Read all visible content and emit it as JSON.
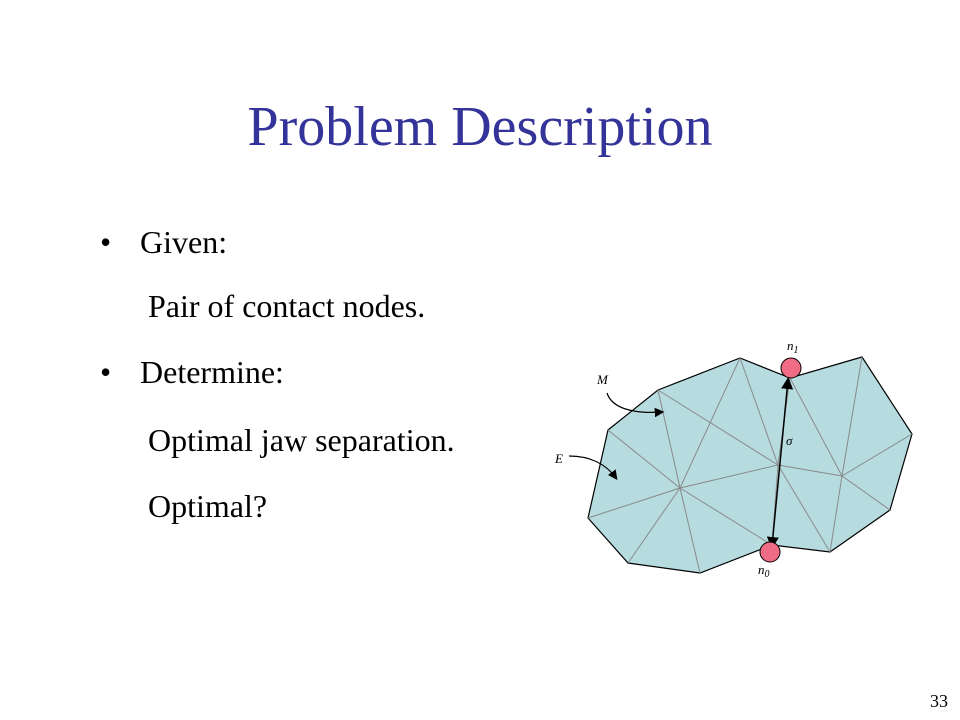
{
  "slide": {
    "title": "Problem Description",
    "page_number": "33"
  },
  "bullets": [
    {
      "text": "Given:",
      "sub": "Pair of contact nodes."
    },
    {
      "text": "Determine:",
      "sub": "Optimal jaw separation."
    }
  ],
  "extra_line": "Optimal?",
  "diagram": {
    "labels": {
      "n1": "n",
      "n1_sub": "1",
      "n0": "n",
      "n0_sub": "0",
      "M": "M",
      "E": "E",
      "sigma": "σ"
    },
    "colors": {
      "fill": "#b6dce0",
      "edge": "#000000",
      "inner_edge": "#8a8a8a",
      "node": "#f06b85"
    }
  }
}
